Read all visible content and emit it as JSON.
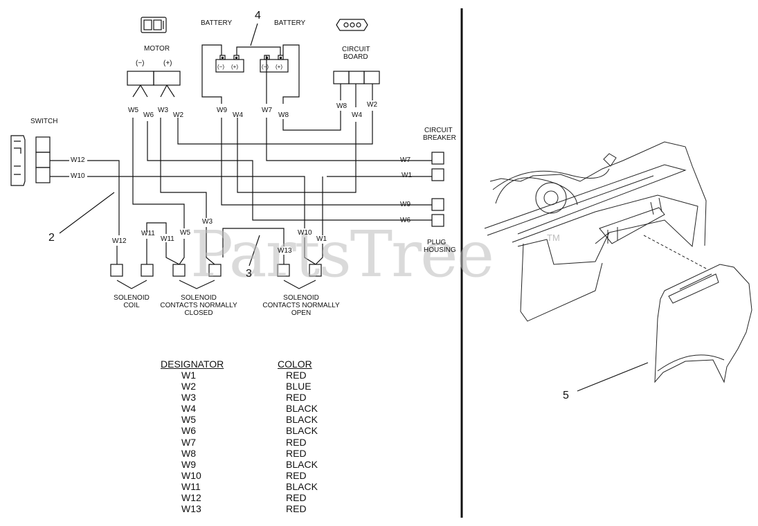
{
  "labels": {
    "motor": "MOTOR",
    "motor_minus": "(−)",
    "motor_plus": "(+)",
    "battery_left": "BATTERY",
    "battery_right": "BATTERY",
    "batt_minus": "(−)",
    "batt_plus": "(+)",
    "circuit_board": [
      "CIRCUIT",
      "BOARD"
    ],
    "switch": "SWITCH",
    "circuit_breaker": [
      "CIRCUIT",
      "BREAKER"
    ],
    "plug_housing": [
      "PLUG",
      "HOUSING"
    ],
    "solenoid_coil": [
      "SOLENOID",
      "COIL"
    ],
    "solenoid_nc": [
      "SOLENOID",
      "CONTACTS NORMALLY",
      "CLOSED"
    ],
    "solenoid_no": [
      "SOLENOID",
      "CONTACTS NORMALLY",
      "OPEN"
    ]
  },
  "callouts": {
    "c2": "2",
    "c3": "3",
    "c4": "4",
    "c5": "5"
  },
  "wires": {
    "motor_w5": "W5",
    "motor_w6": "W6",
    "motor_w3": "W3",
    "motor_w2": "W2",
    "batt_w9": "W9",
    "batt_w4": "W4",
    "batt_w7": "W7",
    "batt_w8": "W8",
    "board_w8": "W8",
    "board_w4": "W4",
    "board_w2": "W2",
    "switch_w12": "W12",
    "switch_w10": "W10",
    "cb_w7": "W7",
    "cb_w1": "W1",
    "plug_w9": "W9",
    "plug_w6": "W6",
    "sol_w12": "W12",
    "sol_w11a": "W11",
    "sol_w11b": "W11",
    "sol_w5": "W5",
    "sol_w3": "W3",
    "sol_w10": "W10",
    "sol_w13": "W13",
    "sol_w1": "W1"
  },
  "legend": {
    "designator_header": "DESIGNATOR",
    "color_header": "COLOR",
    "rows": [
      {
        "designator": "W1",
        "color": "RED"
      },
      {
        "designator": "W2",
        "color": "BLUE"
      },
      {
        "designator": "W3",
        "color": "RED"
      },
      {
        "designator": "W4",
        "color": "BLACK"
      },
      {
        "designator": "W5",
        "color": "BLACK"
      },
      {
        "designator": "W6",
        "color": "BLACK"
      },
      {
        "designator": "W7",
        "color": "RED"
      },
      {
        "designator": "W8",
        "color": "RED"
      },
      {
        "designator": "W9",
        "color": "BLACK"
      },
      {
        "designator": "W10",
        "color": "RED"
      },
      {
        "designator": "W11",
        "color": "BLACK"
      },
      {
        "designator": "W12",
        "color": "RED"
      },
      {
        "designator": "W13",
        "color": "RED"
      }
    ]
  },
  "watermark": {
    "text": "PartsTree",
    "tm": "TM"
  }
}
